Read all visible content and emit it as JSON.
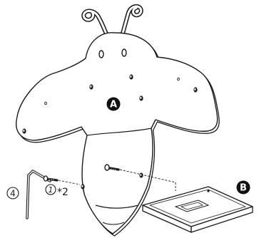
{
  "callouts": {
    "panel": "A",
    "tray": "B",
    "screw_number": "1",
    "screw_quantity": "*2",
    "key_number": "4"
  },
  "colors": {
    "line": "#1a1a1a",
    "fill": "#ffffff",
    "badge": "#111111",
    "badge_text": "#ffffff"
  }
}
